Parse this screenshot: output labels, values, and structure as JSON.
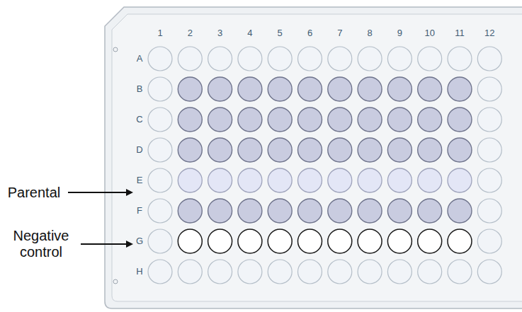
{
  "diagram": {
    "labels": [
      "1",
      "2",
      "3",
      "4",
      "5",
      "6",
      "7",
      "8",
      "9",
      "10",
      "11",
      "12",
      "A",
      "B",
      "C",
      "D",
      "E",
      "F",
      "G",
      "H",
      "Parental",
      "Negative control"
    ]
  }
}
